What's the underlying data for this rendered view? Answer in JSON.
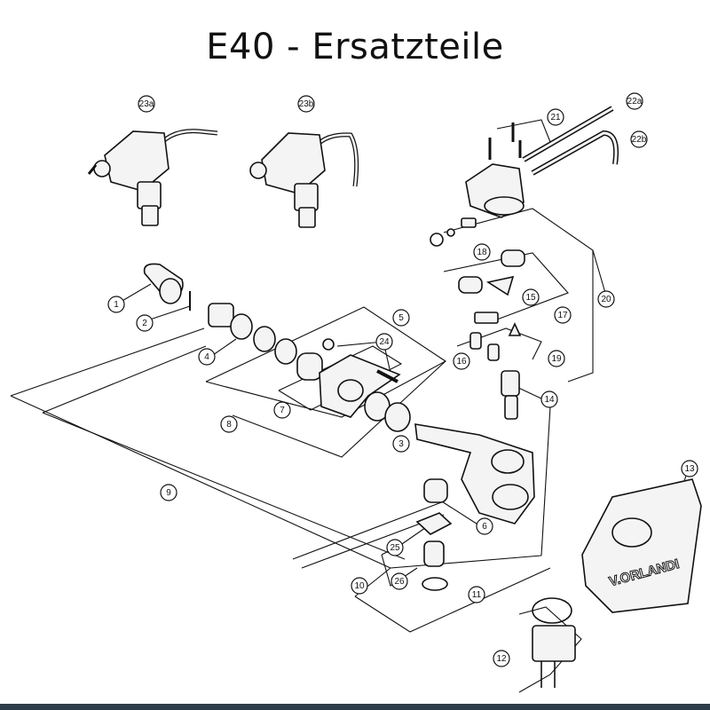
{
  "title": "E40 - Ersatzteile",
  "brand_label": "V.ORLANDI",
  "callouts": [
    "23a",
    "23b",
    "22a",
    "22b",
    "21",
    "18",
    "20",
    "15",
    "17",
    "16",
    "19",
    "14",
    "1",
    "2",
    "5",
    "24",
    "4",
    "7",
    "8",
    "9",
    "3",
    "6",
    "25",
    "10",
    "26",
    "11",
    "12",
    "13"
  ],
  "colors": {
    "line": "#111111",
    "bar": "#2e3e4a",
    "part_fill": "#f4f4f4"
  }
}
